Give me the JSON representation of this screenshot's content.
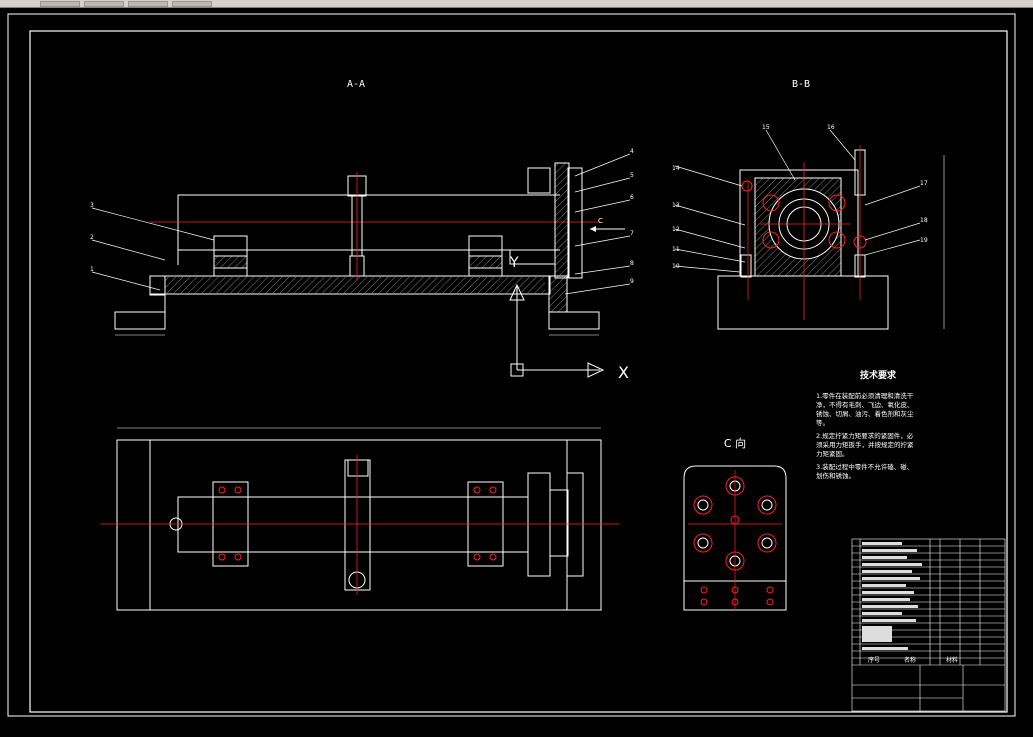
{
  "drawing": {
    "views": {
      "section_aa": "A-A",
      "section_bb": "B-B",
      "view_c": "C 向"
    },
    "axis": {
      "x_label": "X",
      "y_label": "Y",
      "c_arrow": "C"
    },
    "part_numbers_aa": [
      "1",
      "2",
      "3",
      "4",
      "5",
      "6",
      "7",
      "8",
      "9"
    ],
    "part_numbers_bb": [
      "10",
      "11",
      "12",
      "13",
      "14",
      "15",
      "16",
      "17",
      "18",
      "19"
    ],
    "tech_requirements": {
      "title": "技术要求",
      "lines": [
        "1.零件在装配前必须清理和清洗干",
        "净，不得有毛刺、飞边、氧化皮、",
        "锈蚀、切屑、油污、着色剂和灰尘",
        "等。",
        "2.规定拧紧力矩要求的紧固件，必",
        "须采用力矩扳手，并按规定的拧紧",
        "力矩紧固。",
        "3.装配过程中零件不允许磕、碰、",
        "划伤和锈蚀。"
      ]
    },
    "title_block": {
      "labels": [
        "序号",
        "名称",
        "材料"
      ]
    }
  },
  "colors": {
    "background": "#000000",
    "line": "#ffffff",
    "centerline": "#ff2020"
  }
}
